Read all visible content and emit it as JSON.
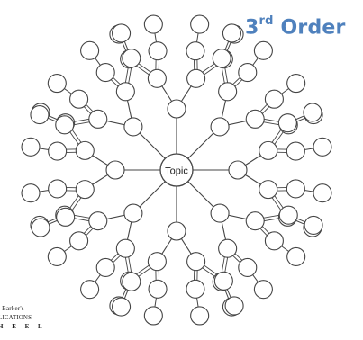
{
  "center_label": "Topic",
  "title": {
    "main": "3",
    "suffix": "rd",
    "rest": " Order"
  },
  "credit": {
    "line1": "l Barker's",
    "line2": "LICATIONS",
    "line3": "H E E L"
  },
  "colors": {
    "title": "#4f81bd",
    "stroke": "#444444"
  },
  "diagram": {
    "spokes": 8,
    "branches_per_spoke": 2,
    "leaves_per_branch": 2
  }
}
